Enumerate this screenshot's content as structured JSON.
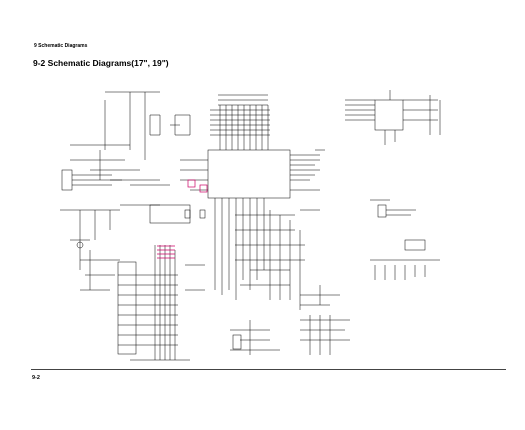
{
  "header": {
    "section_label": "9 Schematic Diagrams",
    "title": "9-2 Schematic Diagrams(17\", 19\")"
  },
  "footer": {
    "page_number": "9-2"
  },
  "colors": {
    "ink": "#000000",
    "highlight": "#cc0066"
  }
}
